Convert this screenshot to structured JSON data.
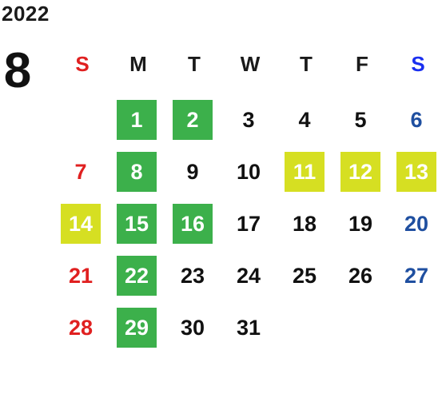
{
  "year": "2022",
  "month": "8",
  "colors": {
    "sunday": "#e02020",
    "saturday_header": "#1a2ff0",
    "saturday": "#1f4fa0",
    "green": "#3cb04b",
    "yellow": "#d6df22"
  },
  "weekdays": [
    {
      "label": "S",
      "color": "#e02020"
    },
    {
      "label": "M",
      "color": "#1a1a1a"
    },
    {
      "label": "T",
      "color": "#1a1a1a"
    },
    {
      "label": "W",
      "color": "#1a1a1a"
    },
    {
      "label": "T",
      "color": "#1a1a1a"
    },
    {
      "label": "F",
      "color": "#1a1a1a"
    },
    {
      "label": "S",
      "color": "#1a2ff0"
    }
  ],
  "first_weekday": 1,
  "days_in_month": 31,
  "highlights": {
    "green": [
      1,
      2,
      8,
      15,
      16,
      22,
      29
    ],
    "yellow": [
      11,
      12,
      13,
      14
    ]
  }
}
